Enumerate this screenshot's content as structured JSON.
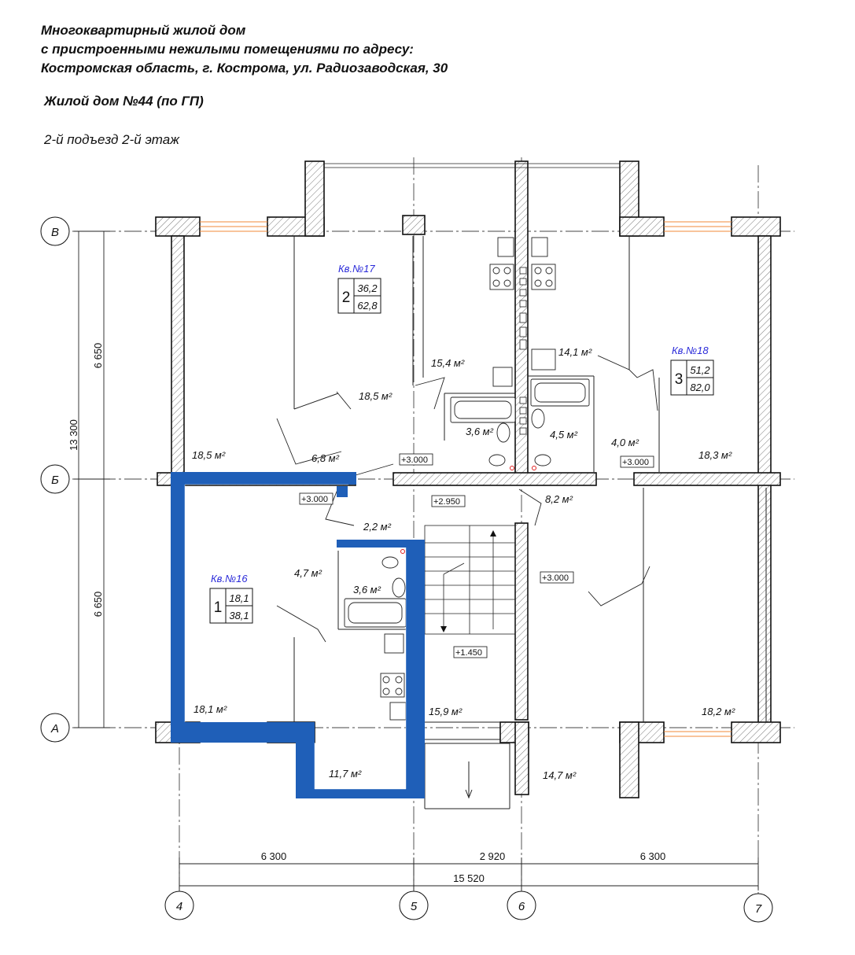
{
  "header": {
    "line1": "Многоквартирный жилой дом",
    "line2": "с пристроенными нежилыми помещениями по адресу:",
    "line3": "Костромская область, г. Кострома, ул. Радиозаводская, 30",
    "building": "Жилой дом №44 (по ГП)",
    "floor": "2-й подъезд 2-й этаж"
  },
  "colors": {
    "highlight": "#1f5fb8",
    "apartment_label": "#2b2bd9",
    "window": "#f08a3a"
  },
  "axes": {
    "rows": [
      "В",
      "Б",
      "А"
    ],
    "columns": [
      "4",
      "5",
      "6",
      "7"
    ]
  },
  "dimensions": {
    "vertical_total": "13 300",
    "vertical_top": "6 650",
    "vertical_bottom": "6 650",
    "horizontal_left": "6 300",
    "horizontal_mid": "2 920",
    "horizontal_right": "6 300",
    "horizontal_total": "15 520"
  },
  "apartments": [
    {
      "name": "Кв.№17",
      "rooms": "2",
      "living": "36,2",
      "total": "62,8"
    },
    {
      "name": "Кв.№18",
      "rooms": "3",
      "living": "51,2",
      "total": "82,0"
    },
    {
      "name": "Кв.№16",
      "rooms": "1",
      "living": "18,1",
      "total": "38,1"
    }
  ],
  "areas": {
    "a1": "18,5 м²",
    "a2": "18,5 м²",
    "a3": "15,4 м²",
    "a4": "14,1 м²",
    "a5": "3,6 м²",
    "a6": "4,5 м²",
    "a7": "4,0 м²",
    "a8": "18,3 м²",
    "a9": "6,8 м²",
    "a10": "8,2 м²",
    "a11": "2,2 м²",
    "a12": "4,7 м²",
    "a13": "3,6 м²",
    "a14": "18,1 м²",
    "a15": "15,9 м²",
    "a16": "18,2 м²",
    "a17": "11,7 м²",
    "a18": "14,7 м²"
  },
  "levels": {
    "l1": "+3.000",
    "l2": "+3.000",
    "l3": "+3.000",
    "l4": "+2.950",
    "l5": "+3.000",
    "l6": "+1.450"
  }
}
